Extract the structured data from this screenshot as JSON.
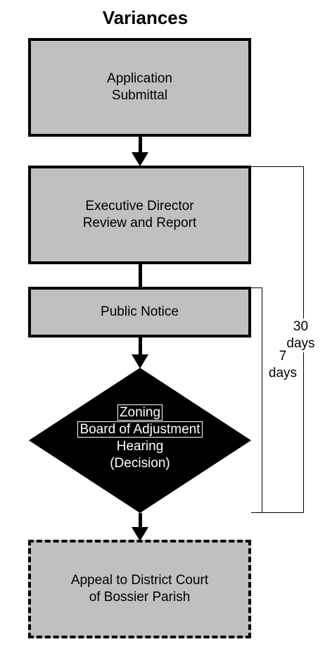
{
  "title": "Variances",
  "steps": {
    "application": [
      "Application",
      "Submittal"
    ],
    "review": [
      "Executive Director",
      "Review and Report"
    ],
    "notice": "Public Notice",
    "hearing": [
      "Zoning",
      "Board of Adjustment",
      "Hearing",
      "(Decision)"
    ],
    "appeal": [
      "Appeal to District Court",
      "of Bossier Parish"
    ]
  },
  "timeframes": {
    "long": [
      "30",
      "days"
    ],
    "short": [
      "7",
      "days"
    ]
  },
  "colors": {
    "box_fill": "#c0c0c0",
    "diamond_fill": "#000000",
    "border": "#000000"
  }
}
